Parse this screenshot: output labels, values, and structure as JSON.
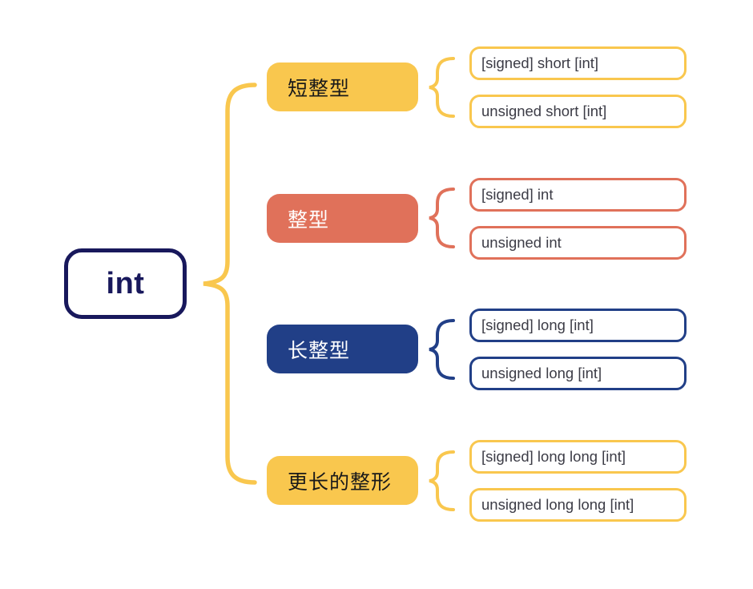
{
  "diagram": {
    "type": "mindmap",
    "root": {
      "label": "int",
      "border_color": "#18185C",
      "text_color": "#18185C",
      "fill_color": "#FFFFFF"
    },
    "root_connector_color": "#F9C74E",
    "leaf_text_color": "#3C3C46",
    "branches": [
      {
        "label": "短整型",
        "color": "#F9C74E",
        "text_color": "#1A1A1A",
        "children": [
          "[signed] short [int]",
          "unsigned short [int]"
        ]
      },
      {
        "label": "整型",
        "color": "#E0715A",
        "text_color": "#FFFFFF",
        "children": [
          "[signed] int",
          "unsigned int"
        ]
      },
      {
        "label": "长整型",
        "color": "#213F87",
        "text_color": "#FFFFFF",
        "children": [
          "[signed] long [int]",
          "unsigned long [int]"
        ]
      },
      {
        "label": "更长的整形",
        "color": "#F9C74E",
        "text_color": "#1A1A1A",
        "children": [
          "[signed] long long [int]",
          "unsigned long long [int]"
        ]
      }
    ]
  }
}
